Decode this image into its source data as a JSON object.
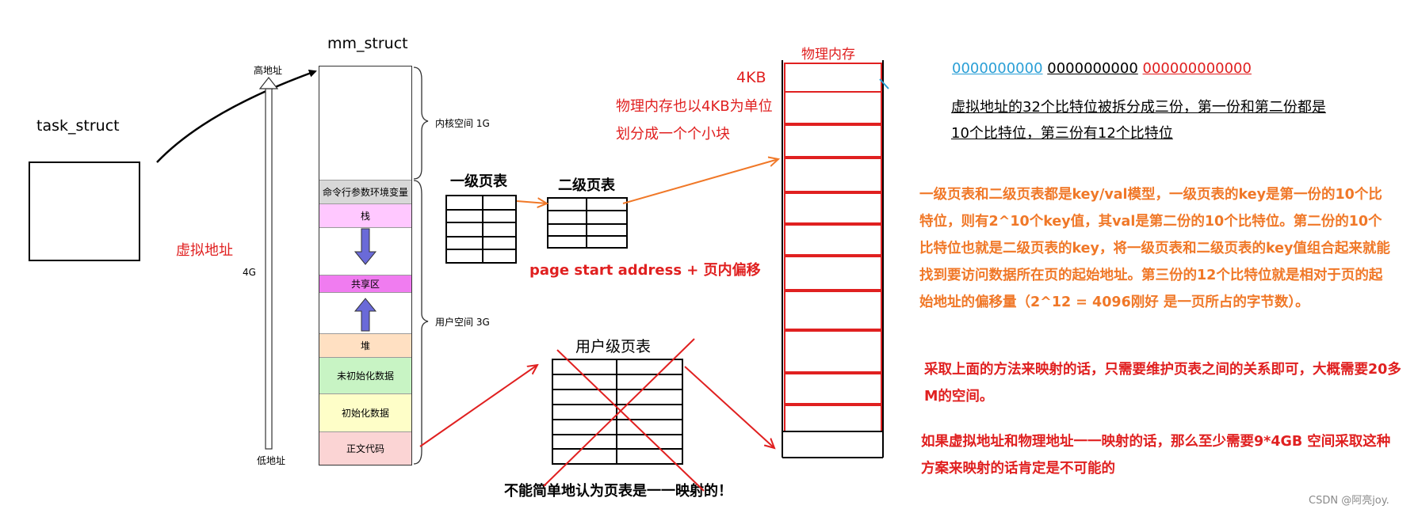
{
  "task_struct": {
    "title": "task_struct"
  },
  "virtual_address_label": "虚拟地址",
  "axis": {
    "high_label": "高地址",
    "low_label": "低地址",
    "size_label": "4G"
  },
  "mm_struct": {
    "title": "mm_struct",
    "segments": [
      "命令行参数环境变量",
      "栈",
      "共享区",
      "堆",
      "未初始化数据",
      "初始化数据",
      "正文代码"
    ],
    "colors": {
      "cmd": "#d8d8d8",
      "stack": "#ffc8ff",
      "shared": "#f07cf0",
      "heap": "#ffe0c2",
      "bss": "#c8f4c4",
      "data": "#fefec8",
      "text": "#fbd4d4",
      "arrow": "#6a6ad8"
    },
    "kernel_label": "内核空间 1G",
    "user_label": "用户空间 3G"
  },
  "page_tables": {
    "level1_title": "一级页表",
    "level2_title": "二级页表",
    "formula": "page start address + 页内偏移",
    "user_level_title": "用户级页表",
    "cross_note": "不能简单地认为页表是一一映射的！"
  },
  "physical_memory": {
    "title": "物理内存",
    "block_label": "4KB",
    "note": "物理内存也以4KB为单位划分成一个个小块"
  },
  "bit_split": {
    "part1": "0000000000",
    "part2": "0000000000",
    "part3": "000000000000",
    "description_line1": "虚拟地址的32个比特位被拆分成三份，第一份和第二份都是",
    "description_line2": "10个比特位，第三份有12个比特位"
  },
  "explanations": {
    "orange_paragraph": "一级页表和二级页表都是key/val模型，一级页表的key是第一份的10个比特位，则有2^10个key值，其val是第二份的10个比特位。第二份的10个比特位也就是二级页表的key，将一级页表和二级页表的key值组合起来就能找到要访问数据所在页的起始地址。第三份的12个比特位就是相对于页的起始地址的偏移量（2^12 = 4096刚好 是一页所占的字节数）。",
    "red_paragraph_1": "采取上面的方法来映射的话，只需要维护页表之间的关系即可，大概需要20多M的空间。",
    "red_paragraph_2": "如果虚拟地址和物理地址一一映射的话，那么至少需要9*4GB 空间采取这种方案来映射的话肯定是不可能的"
  },
  "watermark": "CSDN @阿亮joy.",
  "palette": {
    "red": "#e02020",
    "orange": "#f07828",
    "blue": "#2a9fd6",
    "black": "#000000"
  }
}
